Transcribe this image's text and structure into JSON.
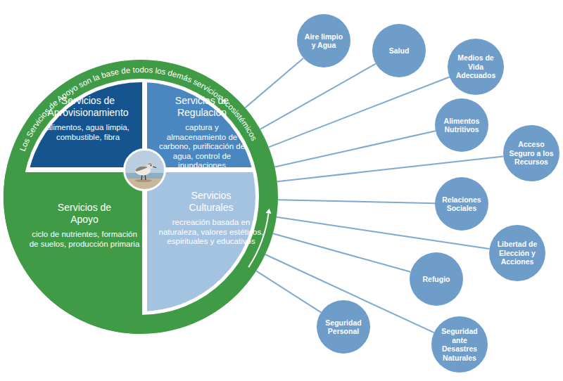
{
  "diagram": {
    "nodes": [
      {
        "text": [
          "Los Servicios de Apoyo son la base de todos los demás servicios ecosistémicos"
        ]
      },
      {
        "text": [
          "Servicios de Aprovisionamiento",
          "alimentos, agua limpia, combustible, fibra"
        ],
        "in": 0
      },
      {
        "text": [
          "Servicios de Regulación",
          "captura y almacenamiento de carbono, purificación de agua, control de inundaciones"
        ],
        "in": 0
      },
      {
        "text": [
          "Servicios de Apoyo",
          "ciclo de nutrientes, formación de suelos, producción primaria"
        ],
        "in": 0
      },
      {
        "text": [
          "Servicios Culturales",
          "recreación basada en naturaleza, valores estéticos, espirituales y educativos"
        ],
        "in": 0
      },
      {
        "text": [
          "Aire limpio y Agua"
        ]
      },
      {
        "text": [
          "Salud"
        ]
      },
      {
        "text": [
          "Medios de Vida Adecuados"
        ]
      },
      {
        "text": [
          "Alimentos Nutritivos"
        ]
      },
      {
        "text": [
          "Acceso Seguro a los Recursos"
        ]
      },
      {
        "text": [
          "Relaciones Sociales"
        ]
      },
      {
        "text": [
          "Libertad de Elección y Acciones"
        ]
      },
      {
        "text": [
          "Refugio"
        ]
      },
      {
        "text": [
          "Seguridad Personal"
        ]
      },
      {
        "text": [
          "Seguridad ante Desastres Naturales"
        ]
      }
    ],
    "edges": [
      {
        "from": 0,
        "to": 5,
        "arrow": "none"
      },
      {
        "from": 0,
        "to": 6,
        "arrow": "none"
      },
      {
        "from": 0,
        "to": 7,
        "arrow": "none"
      },
      {
        "from": 0,
        "to": 8,
        "arrow": "none"
      },
      {
        "from": 0,
        "to": 9,
        "arrow": "none"
      },
      {
        "from": 0,
        "to": 10,
        "arrow": "none"
      },
      {
        "from": 0,
        "to": 11,
        "arrow": "none"
      },
      {
        "from": 0,
        "to": 12,
        "arrow": "none"
      },
      {
        "from": 0,
        "to": 13,
        "arrow": "none"
      },
      {
        "from": 0,
        "to": 14,
        "arrow": "none"
      }
    ]
  }
}
